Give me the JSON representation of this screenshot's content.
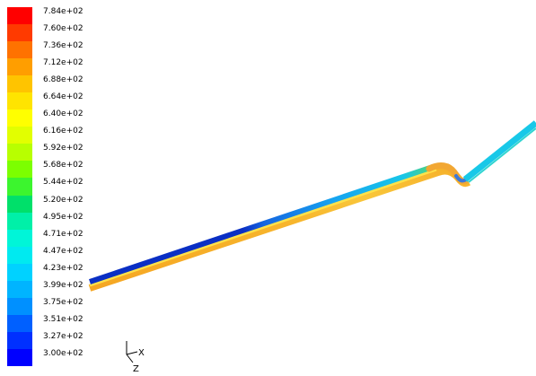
{
  "legend": {
    "levels": [
      {
        "label": "7.84e+02",
        "color": "#ff0000"
      },
      {
        "label": "7.60e+02",
        "color": "#ff3a00"
      },
      {
        "label": "7.36e+02",
        "color": "#ff7200"
      },
      {
        "label": "7.12e+02",
        "color": "#ff9e00"
      },
      {
        "label": "6.88e+02",
        "color": "#ffc400"
      },
      {
        "label": "6.64e+02",
        "color": "#ffe400"
      },
      {
        "label": "6.40e+02",
        "color": "#ffff00"
      },
      {
        "label": "6.16e+02",
        "color": "#e2ff00"
      },
      {
        "label": "5.92e+02",
        "color": "#b8ff00"
      },
      {
        "label": "5.68e+02",
        "color": "#7cff00"
      },
      {
        "label": "5.44e+02",
        "color": "#3cf52e"
      },
      {
        "label": "5.20e+02",
        "color": "#00e06a"
      },
      {
        "label": "4.95e+02",
        "color": "#00f0a8"
      },
      {
        "label": "4.71e+02",
        "color": "#00f5d8"
      },
      {
        "label": "4.47e+02",
        "color": "#00eaf0"
      },
      {
        "label": "4.23e+02",
        "color": "#00d2ff"
      },
      {
        "label": "3.99e+02",
        "color": "#00b4ff"
      },
      {
        "label": "3.75e+02",
        "color": "#0090ff"
      },
      {
        "label": "3.51e+02",
        "color": "#0060ff"
      },
      {
        "label": "3.27e+02",
        "color": "#0030ff"
      },
      {
        "label": "3.00e+02",
        "color": "#0000ff"
      }
    ]
  },
  "axes": {
    "x_label": "X",
    "z_label": "Z"
  },
  "colors": {
    "pipe_hot": "#f5a623",
    "pipe_warm": "#ffe000",
    "pipe_cool": "#16b6f2",
    "pipe_cold": "#0a2fc4"
  }
}
